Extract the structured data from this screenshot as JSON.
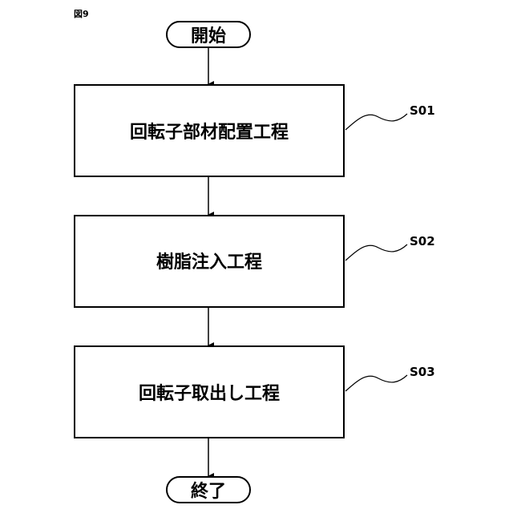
{
  "figure_label": "図9",
  "start_label": "開始",
  "end_label": "終了",
  "steps": [
    {
      "id": "S01",
      "label": "回転子部材配置工程"
    },
    {
      "id": "S02",
      "label": "樹脂注入工程"
    },
    {
      "id": "S03",
      "label": "回転子取出し工程"
    }
  ]
}
